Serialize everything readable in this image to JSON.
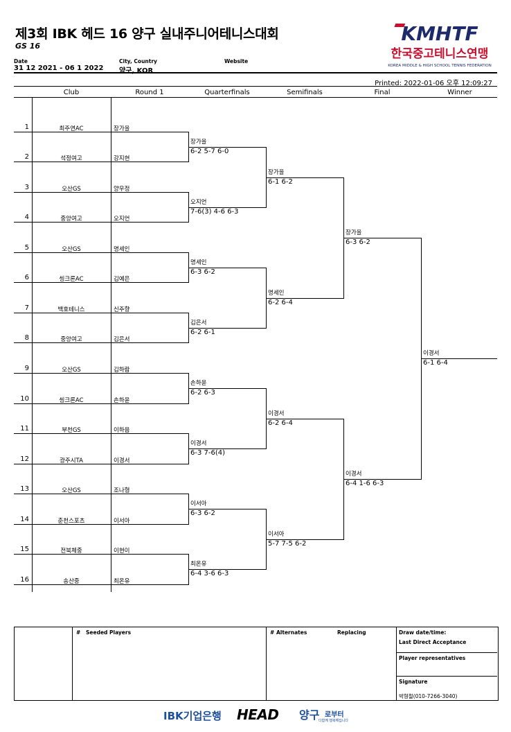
{
  "header": {
    "title": "제3회 IBK 헤드 16 양구 실내주니어테니스대회",
    "event": "GS 16",
    "date_label": "Date",
    "date_value": "31 12 2021 - 06 1 2022",
    "city_label": "City, Country",
    "city_value": "양구, KOR",
    "website_label": "Website",
    "printed": "Printed: 2022-01-06 오후 12:09:27"
  },
  "logo": {
    "mark": "KMHTF",
    "name": "한국중고테니스연맹",
    "sub": "KOREA MIDDLE & HIGH SCHOOL TENNIS FEDERATION",
    "accent": "#c8102e",
    "navy": "#1d2b6b"
  },
  "columns": [
    "Club",
    "Round 1",
    "Quarterfinals",
    "Semifinals",
    "Final",
    "Winner"
  ],
  "players": [
    {
      "num": "1",
      "club": "최주연AC",
      "name": "장가을"
    },
    {
      "num": "2",
      "club": "석정여고",
      "name": "강지현"
    },
    {
      "num": "3",
      "club": "오산GS",
      "name": "양우정"
    },
    {
      "num": "4",
      "club": "중앙여고",
      "name": "오지언"
    },
    {
      "num": "5",
      "club": "오산GS",
      "name": "명세인"
    },
    {
      "num": "6",
      "club": "씽크론AC",
      "name": "김예은"
    },
    {
      "num": "7",
      "club": "백호테니스",
      "name": "신주향"
    },
    {
      "num": "8",
      "club": "중앙여고",
      "name": "김은서"
    },
    {
      "num": "9",
      "club": "오산GS",
      "name": "김하람"
    },
    {
      "num": "10",
      "club": "씽크론AC",
      "name": "손하윤"
    },
    {
      "num": "11",
      "club": "부천GS",
      "name": "이하음"
    },
    {
      "num": "12",
      "club": "광주시TA",
      "name": "이경서"
    },
    {
      "num": "13",
      "club": "오산GS",
      "name": "조나형"
    },
    {
      "num": "14",
      "club": "춘천스포츠",
      "name": "이서아"
    },
    {
      "num": "15",
      "club": "전북체중",
      "name": "이현이"
    },
    {
      "num": "16",
      "club": "송산중",
      "name": "최온유"
    }
  ],
  "quarterfinals": [
    {
      "name": "장가을",
      "score": "6-2 5-7 6-0"
    },
    {
      "name": "오지언",
      "score": "7-6(3) 4-6 6-3"
    },
    {
      "name": "명세인",
      "score": "6-3 6-2"
    },
    {
      "name": "김은서",
      "score": "6-2 6-1"
    },
    {
      "name": "손하윤",
      "score": "6-2 6-3"
    },
    {
      "name": "이경서",
      "score": "6-3 7-6(4)"
    },
    {
      "name": "이서아",
      "score": "6-3 6-2"
    },
    {
      "name": "최온유",
      "score": "6-4 3-6 6-3"
    }
  ],
  "semifinals": [
    {
      "name": "장가을",
      "score": "6-1 6-2"
    },
    {
      "name": "명세인",
      "score": "6-2 6-4"
    },
    {
      "name": "이경서",
      "score": "6-2 6-4"
    },
    {
      "name": "이서아",
      "score": "5-7 7-5 6-2"
    }
  ],
  "final": [
    {
      "name": "장가을",
      "score": "6-3 6-2"
    },
    {
      "name": "이경서",
      "score": "6-4 1-6 6-3"
    }
  ],
  "winner": {
    "name": "이경서",
    "score": "6-1 6-4"
  },
  "footer": {
    "seeded_hash": "#",
    "seeded_label": "Seeded Players",
    "alternates_hash": "#",
    "alternates_label": "Alternates",
    "replacing_label": "Replacing",
    "draw_label": "Draw date/time:",
    "lda_label": "Last Direct Acceptance",
    "reps_label": "Player representatives",
    "signature_label": "Signature",
    "signature_value": "박형철(010-7266-3040)"
  },
  "sponsors": {
    "ibk": "IBK기업은행",
    "head": "HEAD",
    "yanggu": "양구",
    "yanggu_suffix": "로부터",
    "yanggu_tag": "다함께 행복해집니다"
  }
}
